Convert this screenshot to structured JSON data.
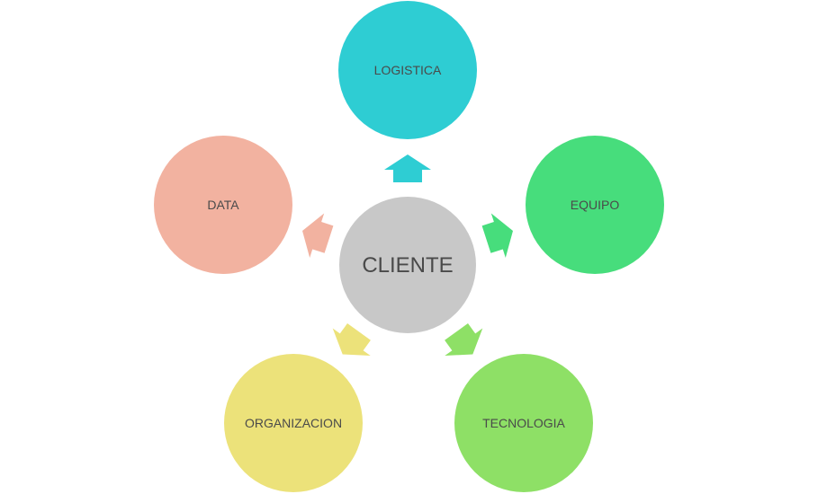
{
  "center": {
    "label": "CLIENTE",
    "color": "#c8c8c8"
  },
  "nodes": [
    {
      "id": "logistica",
      "label": "LOGISTICA",
      "color": "#2ecdd3"
    },
    {
      "id": "equipo",
      "label": "EQUIPO",
      "color": "#47dd7c"
    },
    {
      "id": "tecnologia",
      "label": "TECNOLOGIA",
      "color": "#8ee066"
    },
    {
      "id": "organizacion",
      "label": "ORGANIZACION",
      "color": "#ece27a"
    },
    {
      "id": "data",
      "label": "DATA",
      "color": "#f2b2a0"
    }
  ]
}
